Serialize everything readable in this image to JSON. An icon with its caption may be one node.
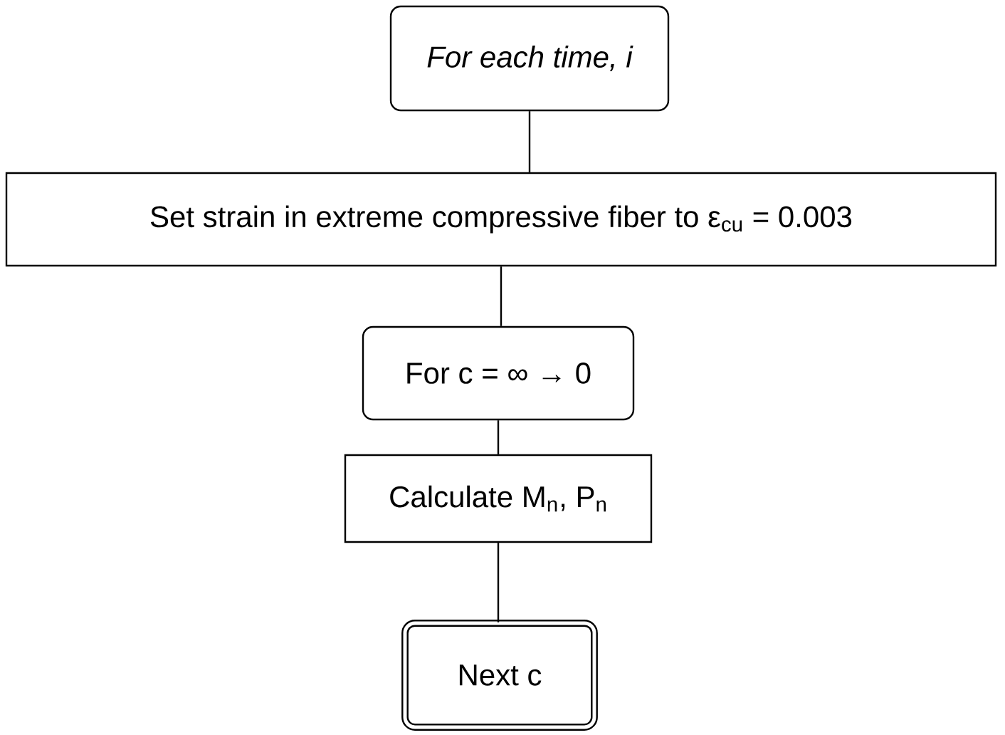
{
  "diagram": {
    "nodes": [
      {
        "text": [
          "For each time, i"
        ]
      },
      {
        "text": [
          "Set strain in extreme compressive fiber to ε$_{cu}$ = 0.003"
        ]
      },
      {
        "text": [
          "For c = ∞ → 0"
        ]
      },
      {
        "text": [
          "Calculate M$_{n}$, P$_{n}$"
        ]
      },
      {
        "text": [
          "Next c"
        ]
      }
    ],
    "edges": [
      {
        "from": 0,
        "to": 1,
        "arrow": "none"
      },
      {
        "from": 1,
        "to": 2,
        "arrow": "none"
      },
      {
        "from": 2,
        "to": 3,
        "arrow": "none"
      },
      {
        "from": 3,
        "to": 4,
        "arrow": "none"
      }
    ]
  }
}
